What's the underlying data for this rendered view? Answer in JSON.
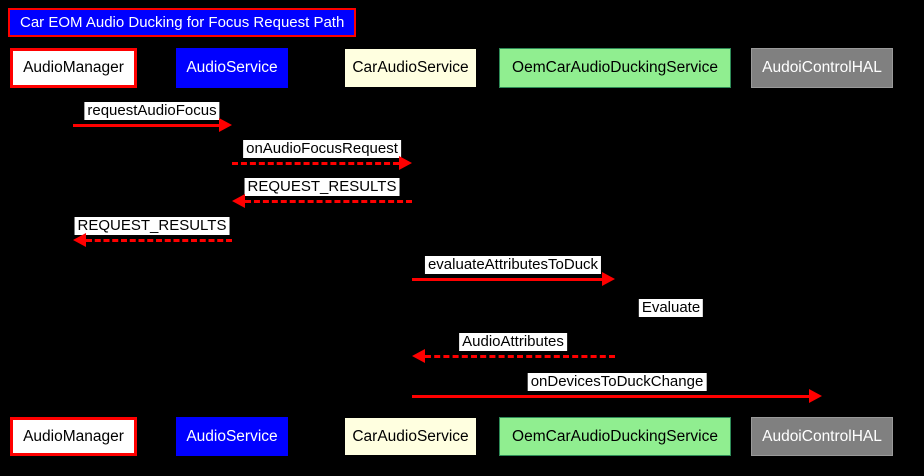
{
  "title": "Car EOM Audio Ducking for Focus Request Path",
  "diagram_type": "sequence-diagram",
  "colors": {
    "background": "#000000",
    "arrow": "#FF0000",
    "title_bg": "#0000FF",
    "title_border": "#FF0000",
    "title_text": "#FFFFFF",
    "label_bg": "#FFFFFF",
    "label_text": "#000000"
  },
  "actors": [
    {
      "label": "AudioManager",
      "fill": "#FFFFFF",
      "border": "#FF0000",
      "text": "#000000"
    },
    {
      "label": "AudioService",
      "fill": "#0000FF",
      "border": "#0000FF",
      "text": "#FFFFFF"
    },
    {
      "label": "CarAudioService",
      "fill": "#FFFFE0",
      "border": "#000000",
      "text": "#000000"
    },
    {
      "label": "OemCarAudioDuckingService",
      "fill": "#90EE90",
      "border": "#2E8B57",
      "text": "#000000"
    },
    {
      "label": "AudoiControlHAL",
      "fill": "#808080",
      "border": "#9A9A9A",
      "text": "#FFFFFF"
    }
  ],
  "messages": [
    {
      "label": "requestAudioFocus",
      "from": "AudioManager",
      "to": "AudioService",
      "line": "solid",
      "direction": "right"
    },
    {
      "label": "onAudioFocusRequest",
      "from": "AudioService",
      "to": "CarAudioService",
      "line": "dashed",
      "direction": "right"
    },
    {
      "label": "REQUEST_RESULTS",
      "from": "CarAudioService",
      "to": "AudioService",
      "line": "dashed",
      "direction": "left"
    },
    {
      "label": "REQUEST_RESULTS",
      "from": "AudioService",
      "to": "AudioManager",
      "line": "dashed",
      "direction": "left"
    },
    {
      "label": "evaluateAttributesToDuck",
      "from": "CarAudioService",
      "to": "OemCarAudioDuckingService",
      "line": "solid",
      "direction": "right"
    },
    {
      "label": "Evaluate",
      "from": "OemCarAudioDuckingService",
      "to": "OemCarAudioDuckingService",
      "line": "self",
      "direction": "self"
    },
    {
      "label": "AudioAttributes",
      "from": "OemCarAudioDuckingService",
      "to": "CarAudioService",
      "line": "dashed",
      "direction": "left"
    },
    {
      "label": "onDevicesToDuckChange",
      "from": "CarAudioService",
      "to": "AudoiControlHAL",
      "line": "solid",
      "direction": "right"
    }
  ]
}
